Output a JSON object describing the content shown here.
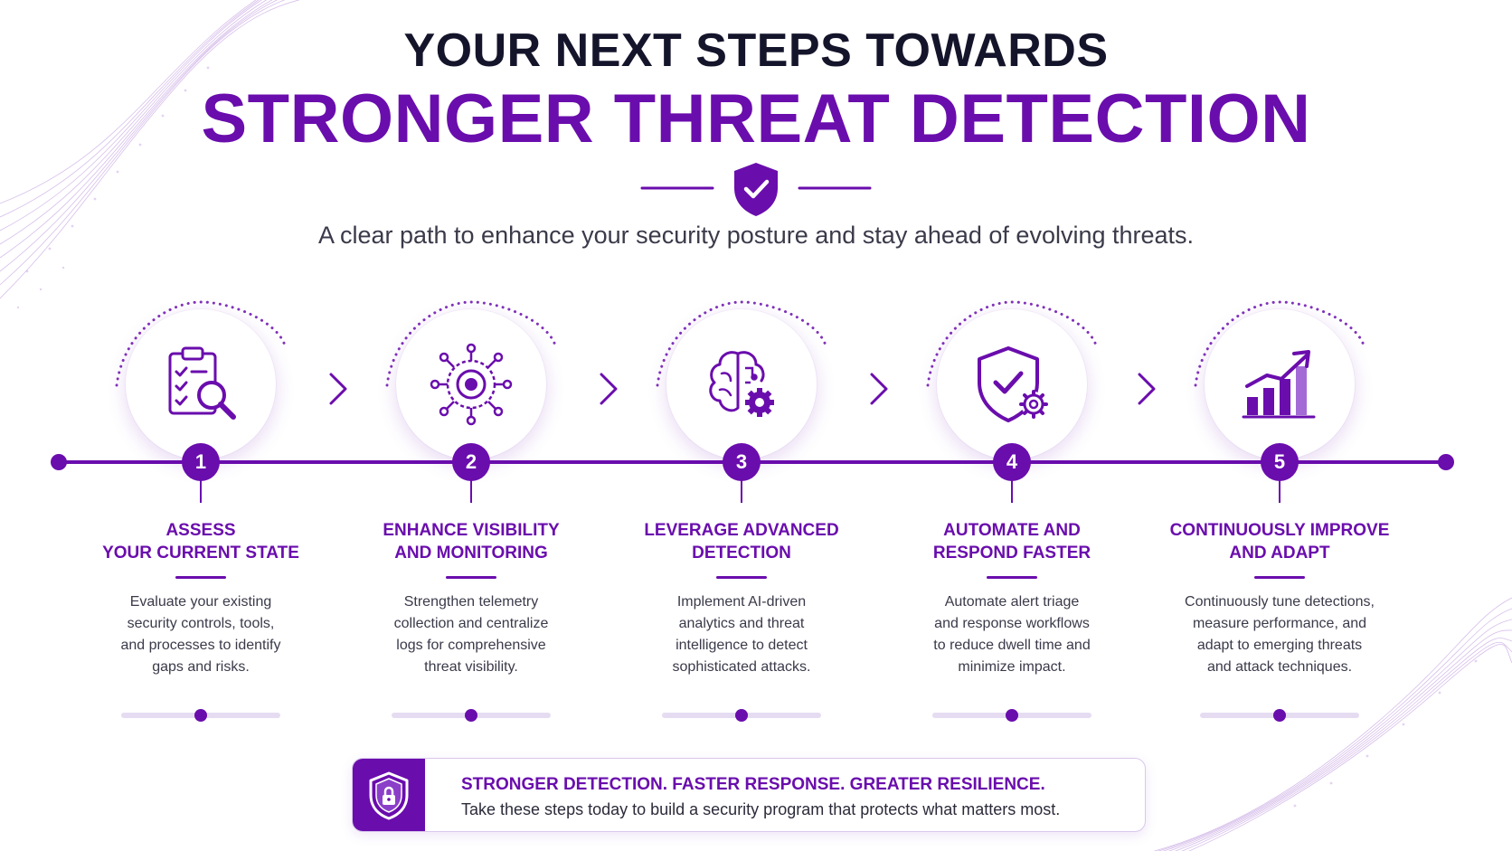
{
  "header": {
    "title_line_1": "YOUR NEXT STEPS TOWARDS",
    "title_line_2": "STRONGER THREAT DETECTION",
    "subtitle": "A clear path to enhance your security posture and stay ahead of evolving threats."
  },
  "colors": {
    "accent": "#6a0dad",
    "heading": "#14142b",
    "body_text": "#3a3a4a",
    "light_track": "#e6dcf2"
  },
  "steps": [
    {
      "number": "1",
      "icon": "clipboard-magnifier-icon",
      "title_lines": [
        "ASSESS",
        "YOUR CURRENT STATE"
      ],
      "desc_lines": [
        "Evaluate your existing",
        "security controls, tools,",
        "and processes to identify",
        "gaps and risks."
      ]
    },
    {
      "number": "2",
      "icon": "network-target-icon",
      "title_lines": [
        "ENHANCE VISIBILITY",
        "AND MONITORING"
      ],
      "desc_lines": [
        "Strengthen telemetry",
        "collection and centralize",
        "logs for comprehensive",
        "threat visibility."
      ]
    },
    {
      "number": "3",
      "icon": "brain-gear-icon",
      "title_lines": [
        "LEVERAGE ADVANCED",
        "DETECTION"
      ],
      "desc_lines": [
        "Implement AI-driven",
        "analytics and threat",
        "intelligence to detect",
        "sophisticated attacks."
      ]
    },
    {
      "number": "4",
      "icon": "shield-check-gear-icon",
      "title_lines": [
        "AUTOMATE AND",
        "RESPOND FASTER"
      ],
      "desc_lines": [
        "Automate alert triage",
        "and response workflows",
        "to reduce dwell time and",
        "minimize impact."
      ]
    },
    {
      "number": "5",
      "icon": "growth-chart-icon",
      "title_lines": [
        "CONTINUOUSLY IMPROVE",
        "AND ADAPT"
      ],
      "desc_lines": [
        "Continuously tune detections,",
        "measure performance, and",
        "adapt to emerging threats",
        "and attack techniques."
      ]
    }
  ],
  "banner": {
    "icon": "shield-lock-icon",
    "headline": "STRONGER DETECTION. FASTER RESPONSE. GREATER RESILIENCE.",
    "text": "Take these steps today to build a security program that protects what matters most."
  }
}
